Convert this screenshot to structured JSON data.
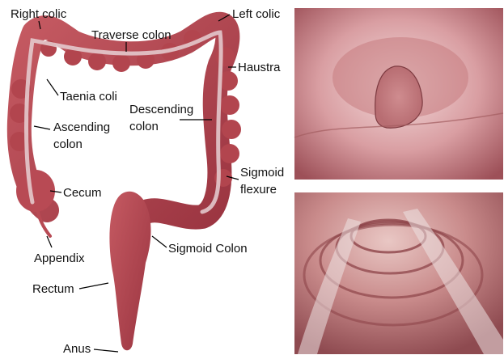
{
  "labels": {
    "right_colic": "Right colic",
    "transverse_colon": "Traverse colon",
    "left_colic": "Left colic",
    "haustra": "Haustra",
    "taenia_coli": "Taenia coli",
    "descending_colon_1": "Descending",
    "descending_colon_2": "colon",
    "ascending_colon_1": "Ascending",
    "ascending_colon_2": "colon",
    "cecum": "Cecum",
    "sigmoid_flexure_1": "Sigmoid",
    "sigmoid_flexure_2": "flexure",
    "appendix": "Appendix",
    "sigmoid_colon": "Sigmoid Colon",
    "rectum": "Rectum",
    "anus": "Anus"
  },
  "colors": {
    "tissue": "#b5454f",
    "tissue_dark": "#8a2a36",
    "taenia": "#e8d3d6",
    "mucosa_light": "#e9c4c6",
    "mucosa_dark": "#a45a60",
    "leader": "#000000"
  }
}
